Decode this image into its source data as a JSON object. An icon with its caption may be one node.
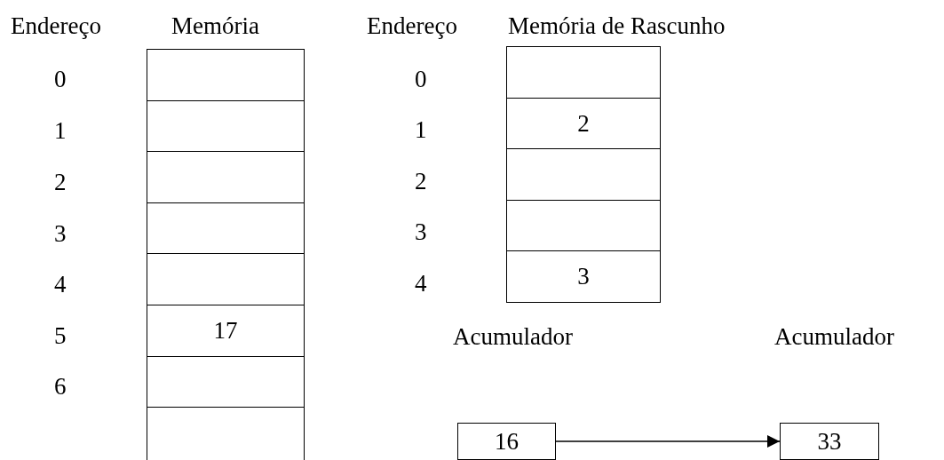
{
  "diagram": {
    "nodes": [
      {
        "text": [],
        "shape": "box"
      },
      {
        "text": [],
        "shape": "box"
      },
      {
        "text": [],
        "shape": "box"
      },
      {
        "text": [],
        "shape": "box"
      },
      {
        "text": [],
        "shape": "box"
      },
      {
        "text": [
          "17"
        ]
      },
      {
        "text": [],
        "shape": "box"
      },
      {
        "text": [],
        "shape": "box"
      },
      {
        "text": [],
        "shape": "box"
      },
      {
        "text": [
          "2"
        ]
      },
      {
        "text": [],
        "shape": "box"
      },
      {
        "text": [],
        "shape": "box"
      },
      {
        "text": [
          "3"
        ]
      },
      {
        "text": [
          "16"
        ]
      },
      {
        "text": [
          "33"
        ]
      }
    ],
    "edges": [
      {
        "from": 13,
        "to": 14,
        "arrow": "to"
      }
    ],
    "labels": [
      "Endereço",
      "Memória",
      "Endereço",
      "Memória de Rascunho",
      "0",
      "0",
      "1",
      "1",
      "2",
      "2",
      "3",
      "3",
      "4",
      "4",
      "5",
      "6",
      "Acumulador",
      "Acumulador"
    ]
  }
}
